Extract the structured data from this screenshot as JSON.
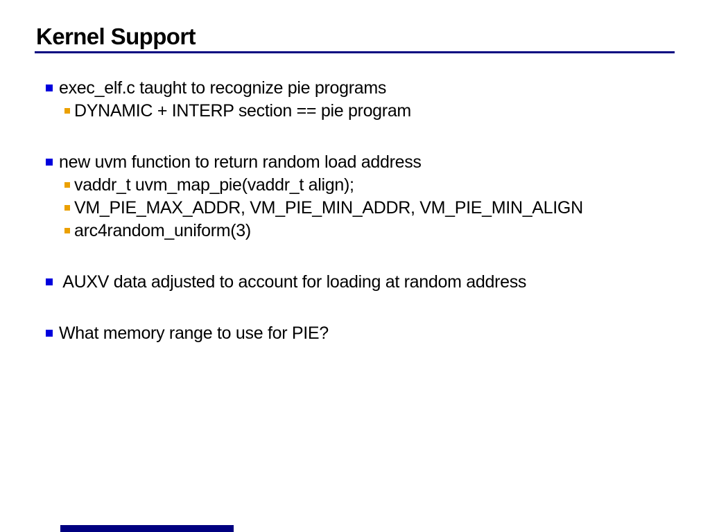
{
  "slide": {
    "title": "Kernel Support",
    "accent_color": "#000080",
    "bullet_level1_color": "#0000dd",
    "bullet_level2_color": "#eba000",
    "content": [
      {
        "level": 1,
        "text": "exec_elf.c taught to recognize pie programs"
      },
      {
        "level": 2,
        "text": "DYNAMIC + INTERP section == pie program"
      },
      {
        "level": 1,
        "text": "new uvm function to return random load address"
      },
      {
        "level": 2,
        "text": "vaddr_t uvm_map_pie(vaddr_t align);"
      },
      {
        "level": 2,
        "text": "VM_PIE_MAX_ADDR, VM_PIE_MIN_ADDR, VM_PIE_MIN_ALIGN"
      },
      {
        "level": 2,
        "text": "arc4random_uniform(3)"
      },
      {
        "level": 1,
        "text": " AUXV data adjusted to account for loading at random address"
      },
      {
        "level": 1,
        "text": "What memory range to use for PIE?"
      }
    ],
    "footer": {
      "progress_bar_color": "#000080"
    }
  }
}
